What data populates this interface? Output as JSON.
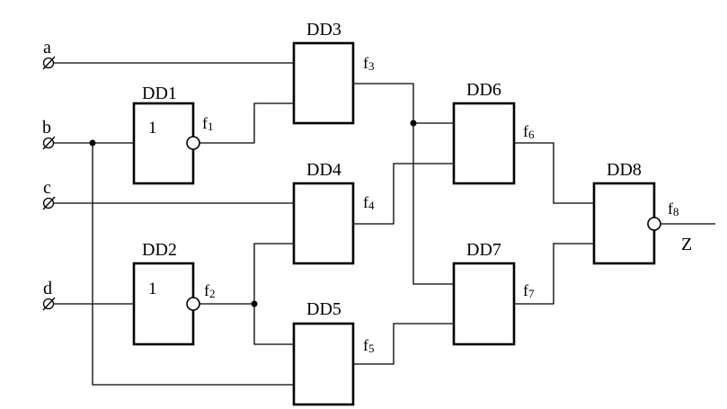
{
  "inputs": [
    {
      "id": "a",
      "label": "a"
    },
    {
      "id": "b",
      "label": "b"
    },
    {
      "id": "c",
      "label": "c"
    },
    {
      "id": "d",
      "label": "d"
    }
  ],
  "gates": [
    {
      "id": "DD1",
      "label": "DD1",
      "function": "1",
      "inverted_output": true
    },
    {
      "id": "DD2",
      "label": "DD2",
      "function": "1",
      "inverted_output": true
    },
    {
      "id": "DD3",
      "label": "DD3",
      "function": "",
      "inverted_output": false
    },
    {
      "id": "DD4",
      "label": "DD4",
      "function": "",
      "inverted_output": false
    },
    {
      "id": "DD5",
      "label": "DD5",
      "function": "",
      "inverted_output": false
    },
    {
      "id": "DD6",
      "label": "DD6",
      "function": "",
      "inverted_output": false
    },
    {
      "id": "DD7",
      "label": "DD7",
      "function": "",
      "inverted_output": false
    },
    {
      "id": "DD8",
      "label": "DD8",
      "function": "",
      "inverted_output": true
    }
  ],
  "signals": [
    {
      "id": "f1",
      "base": "f",
      "sub": "1"
    },
    {
      "id": "f2",
      "base": "f",
      "sub": "2"
    },
    {
      "id": "f3",
      "base": "f",
      "sub": "3"
    },
    {
      "id": "f4",
      "base": "f",
      "sub": "4"
    },
    {
      "id": "f5",
      "base": "f",
      "sub": "5"
    },
    {
      "id": "f6",
      "base": "f",
      "sub": "6"
    },
    {
      "id": "f7",
      "base": "f",
      "sub": "7"
    },
    {
      "id": "f8",
      "base": "f",
      "sub": "8"
    }
  ],
  "output": {
    "label": "Z"
  }
}
